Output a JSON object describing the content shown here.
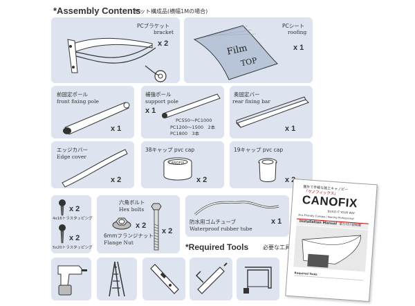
{
  "header": {
    "title": "*Assembly Contents",
    "subtitle": "セット構成品(横幅1Mの場合)"
  },
  "items": {
    "bracket": {
      "jp": "PCブラケット",
      "en": "bracket",
      "qty": "x 2"
    },
    "roofing": {
      "jp": "PCシート",
      "en": "roofing",
      "qty": "x 1",
      "film": "Film",
      "top": "TOP"
    },
    "front_pole": {
      "jp": "前固定ポール",
      "en": "front fixing pole",
      "qty": "x 1"
    },
    "support_pole": {
      "jp": "補強ポール",
      "en": "support pole",
      "qty": "x 1",
      "note1": "PC550～PC1000",
      "note2": "PC1200～1500　2本",
      "note3": "PC1800　3本"
    },
    "rear_bar": {
      "jp": "奥固定バー",
      "en": "rear fixing bar",
      "qty": "x 1"
    },
    "edge_cover": {
      "jp": "エッジカバー",
      "en": "Edge cover",
      "qty": "x 2"
    },
    "cap38": {
      "label": "38キャップ pvc cap",
      "qty": "x 2",
      "brand": "CANOFIX"
    },
    "cap19": {
      "label": "19キャップ pvc cap",
      "qty": "x 2"
    },
    "screw4": {
      "label": "4x16トラスタッピング",
      "qty": "x 2"
    },
    "screw5": {
      "label": "5x20トラスタッピング",
      "qty": "x 2"
    },
    "hex_bolts": {
      "jp": "六角ボルト",
      "en": "Hex bolts",
      "qty": "x 2"
    },
    "flange_nut": {
      "jp": "6mmフランジナット",
      "en": "Flange Nut",
      "qty": "x 2"
    },
    "rubber_tube": {
      "jp": "防水用ゴムチューブ",
      "en": "Waterproof rubber tube",
      "qty": "x 1"
    }
  },
  "required_tools": {
    "title": "*Required Tools",
    "jp": "必要な工具"
  },
  "manual": {
    "top_text": "屋外で手軽な施工キャノピー",
    "kana": "「ケノフィックス」",
    "brand": "CANOFIX",
    "tagline": "BUILD IT YOUR WAY",
    "sub": "Eco-Friendly Canopy | Awning Professional",
    "heading": "Installation Manual",
    "heading_jp": "取り付け説明書",
    "footer": "Required Tools"
  }
}
